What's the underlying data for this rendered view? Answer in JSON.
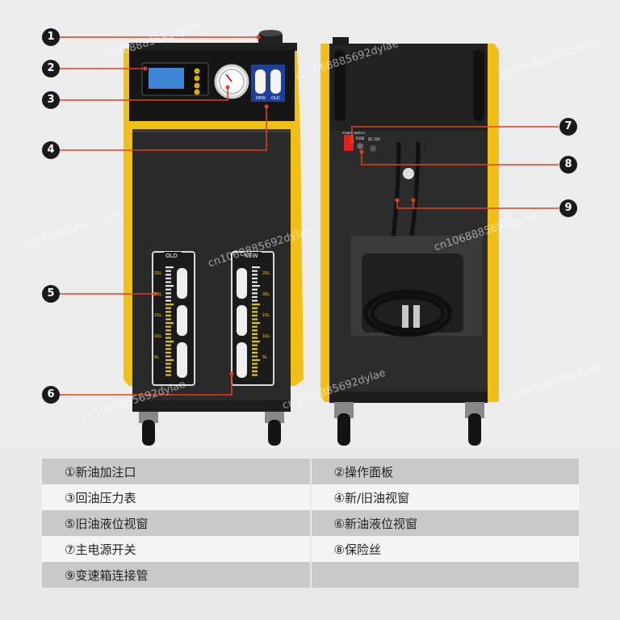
{
  "callouts": [
    "1",
    "2",
    "3",
    "4",
    "5",
    "6",
    "7",
    "8",
    "9"
  ],
  "legend": [
    [
      "①新油加注口",
      "②操作面板"
    ],
    [
      "③回油压力表",
      "④新/旧油视窗"
    ],
    [
      "⑤旧油液位视窗",
      "⑥新油液位视窗"
    ],
    [
      "⑦主电源开关",
      "⑧保险丝"
    ],
    [
      "⑨变速箱连接管",
      ""
    ]
  ],
  "window_labels": {
    "old": "OLD",
    "new": "NEW"
  },
  "scale_labels": [
    "25L",
    "20L",
    "15L",
    "10L",
    "5L"
  ],
  "panel_labels": {
    "new_view": "NEW",
    "old_view": "OLD",
    "power": "POWER SWITCH",
    "fuse": "FUSE",
    "dc": "DC 12V"
  },
  "watermark": "cn1068885692dylae",
  "colors": {
    "frame_yellow": "#f5c518",
    "body_black": "#2b2b2b",
    "callout_red": "#e0401f"
  }
}
